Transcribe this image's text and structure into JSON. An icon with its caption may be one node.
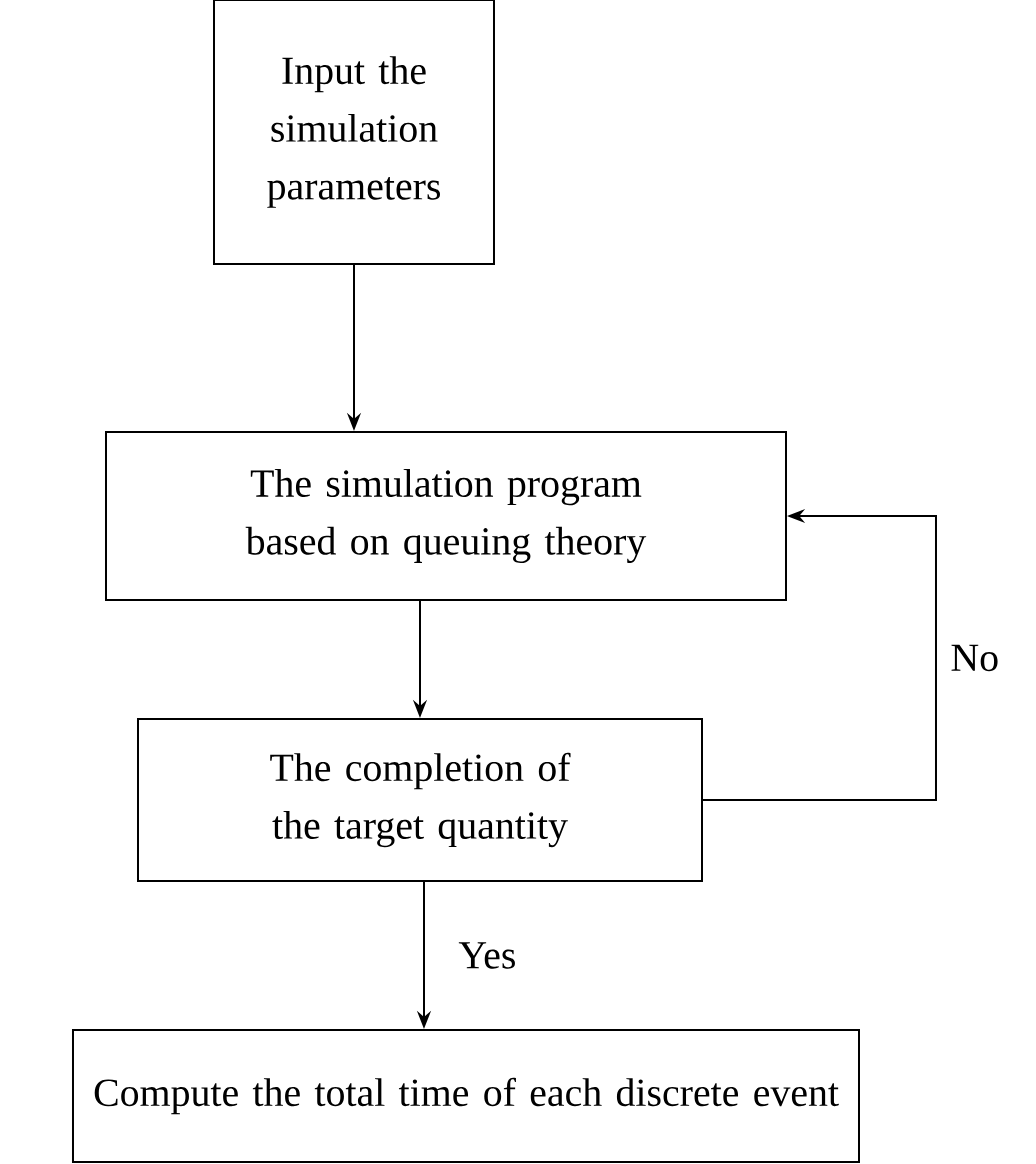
{
  "diagram": {
    "nodes": [
      {
        "text": [
          "Input the simulation parameters"
        ]
      },
      {
        "text": [
          "The simulation program based on queuing theory"
        ]
      },
      {
        "text": [
          "The completion of the target quantity"
        ]
      },
      {
        "text": [
          "Compute the total time of each discrete event"
        ]
      }
    ],
    "edges": [
      {
        "from": 0,
        "to": 1,
        "arrow": "to"
      },
      {
        "from": 1,
        "to": 2,
        "arrow": "to"
      },
      {
        "from": 2,
        "to": 3,
        "arrow": "to",
        "label": "Yes"
      },
      {
        "from": 2,
        "to": 1,
        "arrow": "to",
        "label": "No"
      }
    ]
  }
}
